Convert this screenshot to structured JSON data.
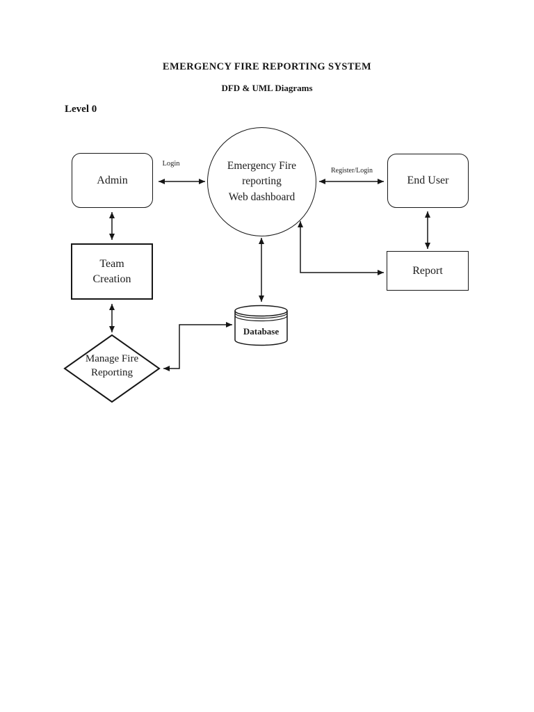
{
  "header": {
    "title": "EMERGENCY FIRE REPORTING SYSTEM",
    "subtitle": "DFD & UML Diagrams",
    "section_label": "Level 0"
  },
  "diagram": {
    "nodes": {
      "admin": {
        "label": "Admin",
        "shape": "rounded-rectangle",
        "type": "external-entity"
      },
      "dashboard": {
        "label": "Emergency Fire\nreporting\nWeb dashboard",
        "shape": "circle",
        "type": "process"
      },
      "end_user": {
        "label": "End User",
        "shape": "rounded-rectangle",
        "type": "external-entity"
      },
      "team_creation": {
        "label": "Team\nCreation",
        "shape": "rectangle",
        "type": "process"
      },
      "report": {
        "label": "Report",
        "shape": "rectangle",
        "type": "output"
      },
      "database": {
        "label": "Database",
        "shape": "cylinder",
        "type": "data-store"
      },
      "manage_fire_reporting": {
        "label": "Manage Fire\nReporting",
        "shape": "diamond",
        "type": "decision"
      }
    },
    "edges": [
      {
        "from": "Admin",
        "to": "Emergency Fire reporting Web dashboard",
        "label": "Login",
        "bidirectional": true,
        "routing": "straight"
      },
      {
        "from": "Emergency Fire reporting Web dashboard",
        "to": "End User",
        "label": "Register/Login",
        "bidirectional": true,
        "routing": "straight"
      },
      {
        "from": "Admin",
        "to": "Team Creation",
        "label": "",
        "bidirectional": true,
        "routing": "straight"
      },
      {
        "from": "Team Creation",
        "to": "Manage Fire Reporting",
        "label": "",
        "bidirectional": true,
        "routing": "straight"
      },
      {
        "from": "Emergency Fire reporting Web dashboard",
        "to": "Database",
        "label": "",
        "bidirectional": true,
        "routing": "straight"
      },
      {
        "from": "End User",
        "to": "Report",
        "label": "",
        "bidirectional": true,
        "routing": "straight"
      },
      {
        "from": "Emergency Fire reporting Web dashboard",
        "to": "Report",
        "label": "",
        "bidirectional": true,
        "routing": "elbow"
      },
      {
        "from": "Manage Fire Reporting",
        "to": "Database",
        "label": "",
        "bidirectional": true,
        "routing": "elbow"
      }
    ],
    "colors": {
      "stroke": "#161616",
      "text": "#1c1c1c",
      "background": "#ffffff"
    }
  }
}
